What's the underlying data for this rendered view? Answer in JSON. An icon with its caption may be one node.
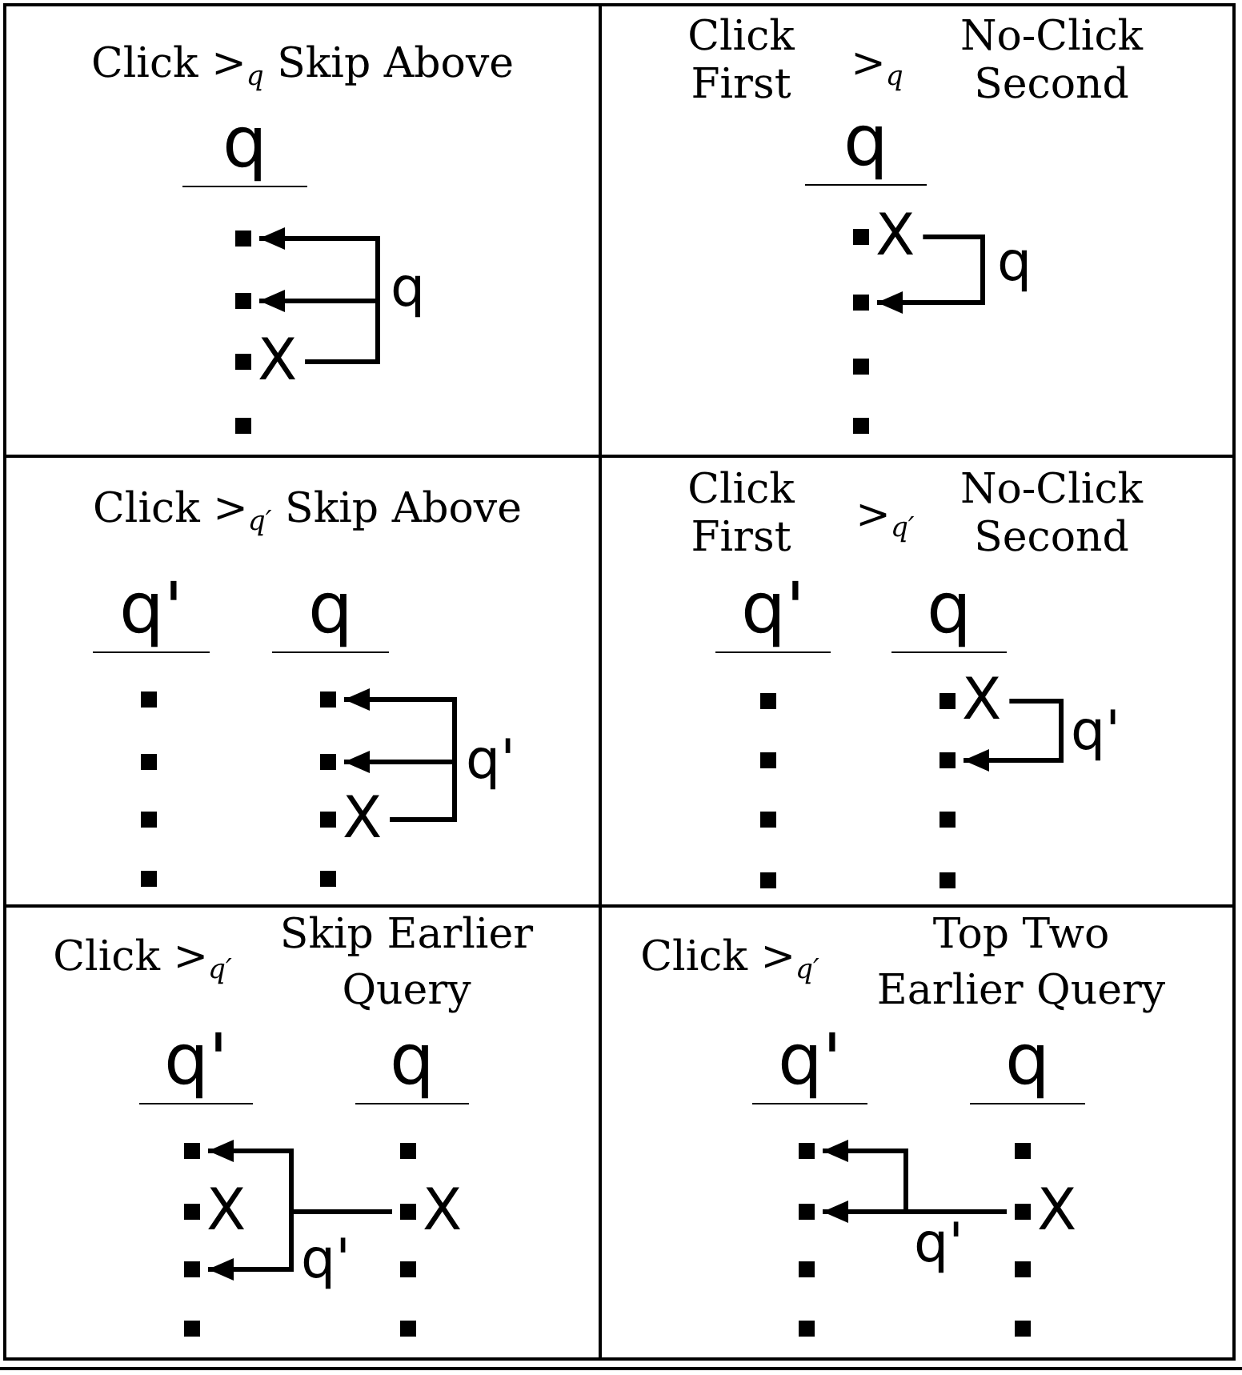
{
  "diagram": {
    "nodes": [
      {
        "text": [
          "Click >$_{q}$ Skip Above"
        ]
      },
      {
        "text": [],
        "shape": "square",
        "in": 0
      },
      {
        "text": [],
        "shape": "square",
        "in": 0
      },
      {
        "text": [],
        "shape": "square",
        "in": 0,
        "beside": [
          "X"
        ]
      },
      {
        "text": [],
        "shape": "square",
        "in": 0
      },
      {
        "text": [
          "Click First",
          ">$_{q}$",
          "No-Click Second"
        ]
      },
      {
        "text": [],
        "shape": "square",
        "in": 5,
        "beside": [
          "X"
        ]
      },
      {
        "text": [],
        "shape": "square",
        "in": 5
      },
      {
        "text": [],
        "shape": "square",
        "in": 5
      },
      {
        "text": [],
        "shape": "square",
        "in": 5
      },
      {
        "text": [
          "Click >$_{q′}$ Skip Above"
        ]
      },
      {
        "text": [],
        "shape": "square",
        "in": 10
      },
      {
        "text": [],
        "shape": "square",
        "in": 10
      },
      {
        "text": [],
        "shape": "square",
        "in": 10
      },
      {
        "text": [],
        "shape": "square",
        "in": 10
      },
      {
        "text": [],
        "shape": "square",
        "in": 10
      },
      {
        "text": [],
        "shape": "square",
        "in": 10
      },
      {
        "text": [],
        "shape": "square",
        "in": 10,
        "beside": [
          "X"
        ]
      },
      {
        "text": [],
        "shape": "square",
        "in": 10
      },
      {
        "text": [
          "Click First",
          ">$_{q′}$",
          "No-Click Second"
        ]
      },
      {
        "text": [],
        "shape": "square",
        "in": 19
      },
      {
        "text": [],
        "shape": "square",
        "in": 19
      },
      {
        "text": [],
        "shape": "square",
        "in": 19
      },
      {
        "text": [],
        "shape": "square",
        "in": 19
      },
      {
        "text": [],
        "shape": "square",
        "in": 19,
        "beside": [
          "X"
        ]
      },
      {
        "text": [],
        "shape": "square",
        "in": 19
      },
      {
        "text": [],
        "shape": "square",
        "in": 19
      },
      {
        "text": [],
        "shape": "square",
        "in": 19
      },
      {
        "text": [
          "Click >$_{q′}$",
          "Skip Earlier Query"
        ]
      },
      {
        "text": [],
        "shape": "square",
        "in": 28
      },
      {
        "text": [],
        "shape": "square",
        "in": 28,
        "beside": [
          "X"
        ]
      },
      {
        "text": [],
        "shape": "square",
        "in": 28
      },
      {
        "text": [],
        "shape": "square",
        "in": 28
      },
      {
        "text": [],
        "shape": "square",
        "in": 28
      },
      {
        "text": [],
        "shape": "square",
        "in": 28,
        "beside": [
          "X"
        ]
      },
      {
        "text": [],
        "shape": "square",
        "in": 28
      },
      {
        "text": [],
        "shape": "square",
        "in": 28
      },
      {
        "text": [
          "Click >$_{q′}$",
          "Top Two Earlier Query"
        ]
      },
      {
        "text": [],
        "shape": "square",
        "in": 37
      },
      {
        "text": [],
        "shape": "square",
        "in": 37
      },
      {
        "text": [],
        "shape": "square",
        "in": 37
      },
      {
        "text": [],
        "shape": "square",
        "in": 37
      },
      {
        "text": [],
        "shape": "square",
        "in": 37
      },
      {
        "text": [],
        "shape": "square",
        "in": 37,
        "beside": [
          "X"
        ]
      },
      {
        "text": [],
        "shape": "square",
        "in": 37
      },
      {
        "text": [],
        "shape": "square",
        "in": 37
      }
    ],
    "edges": [
      {
        "from": 3,
        "to": 1,
        "arrow": "to",
        "label": "q"
      },
      {
        "from": 3,
        "to": 2,
        "arrow": "to"
      },
      {
        "from": 6,
        "to": 7,
        "arrow": "to",
        "label": "q"
      },
      {
        "from": 17,
        "to": 15,
        "arrow": "to",
        "label": "q'"
      },
      {
        "from": 17,
        "to": 16,
        "arrow": "to"
      },
      {
        "from": 24,
        "to": 25,
        "arrow": "to",
        "label": "q'"
      },
      {
        "from": 34,
        "to": 29,
        "arrow": "to"
      },
      {
        "from": 34,
        "to": 31,
        "arrow": "to",
        "label": "q'"
      },
      {
        "from": 43,
        "to": 38,
        "arrow": "to"
      },
      {
        "from": 43,
        "to": 39,
        "arrow": "to",
        "label": "q'"
      }
    ],
    "labels": [
      "q",
      "q",
      "q'",
      "q",
      "q'",
      "q",
      "q'",
      "q",
      "q'",
      "q"
    ]
  }
}
